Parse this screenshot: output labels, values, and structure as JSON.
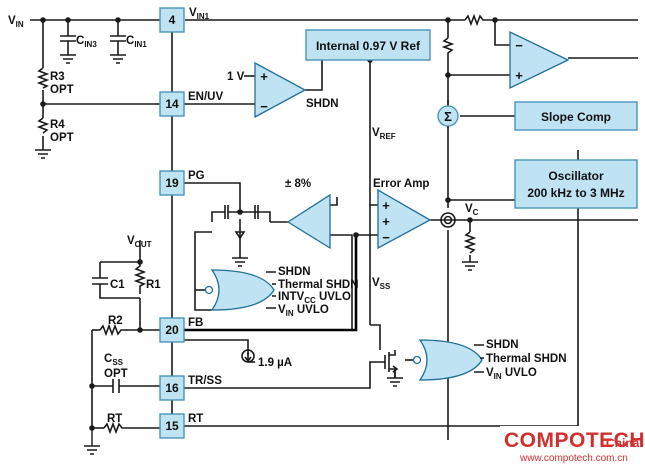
{
  "pins": {
    "vin": "4",
    "en_uv": "14",
    "pg": "19",
    "fb": "20",
    "tr_ss": "16",
    "rt": "15"
  },
  "pin_labels": {
    "vin_main": "V",
    "vin_sub": "IN1",
    "en_uv": "EN/UV",
    "pg": "PG",
    "fb": "FB",
    "tr_ss": "TR/SS",
    "rt": "RT"
  },
  "blocks": {
    "ref": "Internal 0.97 V Ref",
    "slope": "Slope Comp",
    "osc_line1": "Oscillator",
    "osc_line2": "200 kHz to 3 MHz"
  },
  "labels": {
    "vin_main": "V",
    "vin_sub": "IN",
    "cin3_main": "C",
    "cin3_sub": "IN3",
    "cin1_main": "C",
    "cin1_sub": "IN1",
    "r3": "R3",
    "r3_opt": "OPT",
    "r4": "R4",
    "r4_opt": "OPT",
    "one_v": "1 V",
    "shdn": "SHDN",
    "vref_main": "V",
    "vref_sub": "REF",
    "error_amp": "Error Amp",
    "pm8": "± 8%",
    "vc_main": "V",
    "vc_sub": "C",
    "vout_main": "V",
    "vout_sub": "OUT",
    "c1": "C1",
    "r1": "R1",
    "r2": "R2",
    "css_main": "C",
    "css_sub": "SS",
    "css_opt": "OPT",
    "rt_res": "RT",
    "vss_main": "V",
    "vss_sub": "SS",
    "isrc": "1.9 µA",
    "sigma": "Σ"
  },
  "gate1_inputs": {
    "shdn": "SHDN",
    "thermal": "Thermal SHDN",
    "intvcc_main": "INTV",
    "intvcc_sub": "CC",
    "intvcc_rest": " UVLO",
    "vin_main": "V",
    "vin_sub": "IN",
    "vin_rest": " UVLO"
  },
  "gate2_inputs": {
    "shdn": "SHDN",
    "thermal": "Thermal SHDN",
    "vin_main": "V",
    "vin_sub": "IN",
    "vin_rest": " UVLO"
  },
  "watermark": {
    "brand": "COMPOTECH",
    "region": "China",
    "url": "www.compotech.com.cn"
  },
  "colors": {
    "block_fill": "#bfe3f2",
    "block_stroke": "#3f8fb5",
    "watermark": "#d32f2f"
  }
}
